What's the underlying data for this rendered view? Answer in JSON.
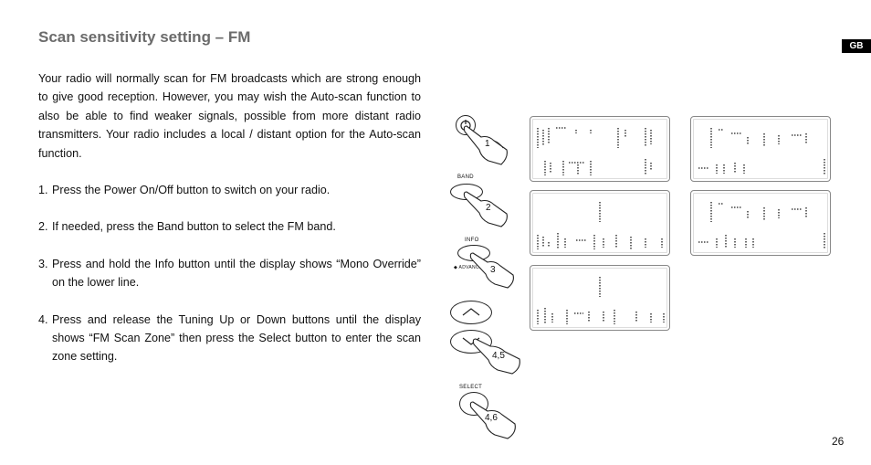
{
  "page": {
    "title": "Scan sensitivity setting – FM",
    "lang_badge": "GB",
    "page_number": "26"
  },
  "content": {
    "intro": "Your radio will normally scan for FM broadcasts which are strong enough to give good reception. However, you may wish the Auto-scan function to also be able to find weaker signals, possible from more distant radio transmitters. Your radio includes a local / distant option for the Auto-scan function.",
    "steps": [
      {
        "num": "1.",
        "text": "Press the Power On/Off button to switch on your radio."
      },
      {
        "num": "2.",
        "text": "If needed, press the Band button to select the FM band."
      },
      {
        "num": "3.",
        "text": "Press and hold the Info button until the display shows “Mono Override” on the lower line."
      },
      {
        "num": "4.",
        "text": "Press and release the Tuning Up or Down buttons until the display shows “FM Scan Zone” then press the Select button to enter the scan zone setting."
      }
    ]
  },
  "illustration": {
    "buttons": [
      {
        "label": "",
        "hand_number": "1",
        "icon": "power-icon"
      },
      {
        "label": "BAND",
        "hand_number": "2",
        "icon": "band-button"
      },
      {
        "label": "INFO",
        "sublabel": "◆ ADVANCE",
        "hand_number": "3",
        "icon": "info-button"
      },
      {
        "label": "",
        "hand_number": "4,5",
        "icon": "tuning-up-down-buttons"
      },
      {
        "label": "SELECT",
        "hand_number": "4,6",
        "icon": "select-button"
      }
    ]
  }
}
